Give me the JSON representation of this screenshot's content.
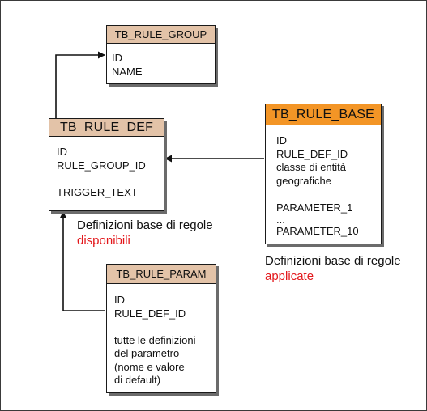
{
  "entities": {
    "rule_group": {
      "title": "TB_RULE_GROUP",
      "fields": [
        "ID",
        "NAME"
      ]
    },
    "rule_def": {
      "title": "TB_RULE_DEF",
      "fields": [
        "ID",
        "RULE_GROUP_ID",
        "",
        "TRIGGER_TEXT"
      ]
    },
    "rule_base": {
      "title": "TB_RULE_BASE",
      "fields": [
        "ID",
        "RULE_DEF_ID",
        "classe di entità",
        "geografiche",
        "",
        "PARAMETER_1",
        "...",
        "PARAMETER_10"
      ]
    },
    "rule_param": {
      "title": "TB_RULE_PARAM",
      "fields": [
        "ID",
        "RULE_DEF_ID",
        "",
        "tutte le definizioni",
        "del parametro",
        "(nome e valore",
        "di default)"
      ]
    }
  },
  "captions": {
    "available": {
      "line1": "Definizioni base di regole",
      "line2": "disponibili"
    },
    "applied": {
      "line1": "Definizioni base di regole",
      "line2": "applicate"
    }
  },
  "colors": {
    "header_tan": "#e3c3a8",
    "header_orange": "#f39526",
    "caption_highlight": "#e3171b"
  }
}
